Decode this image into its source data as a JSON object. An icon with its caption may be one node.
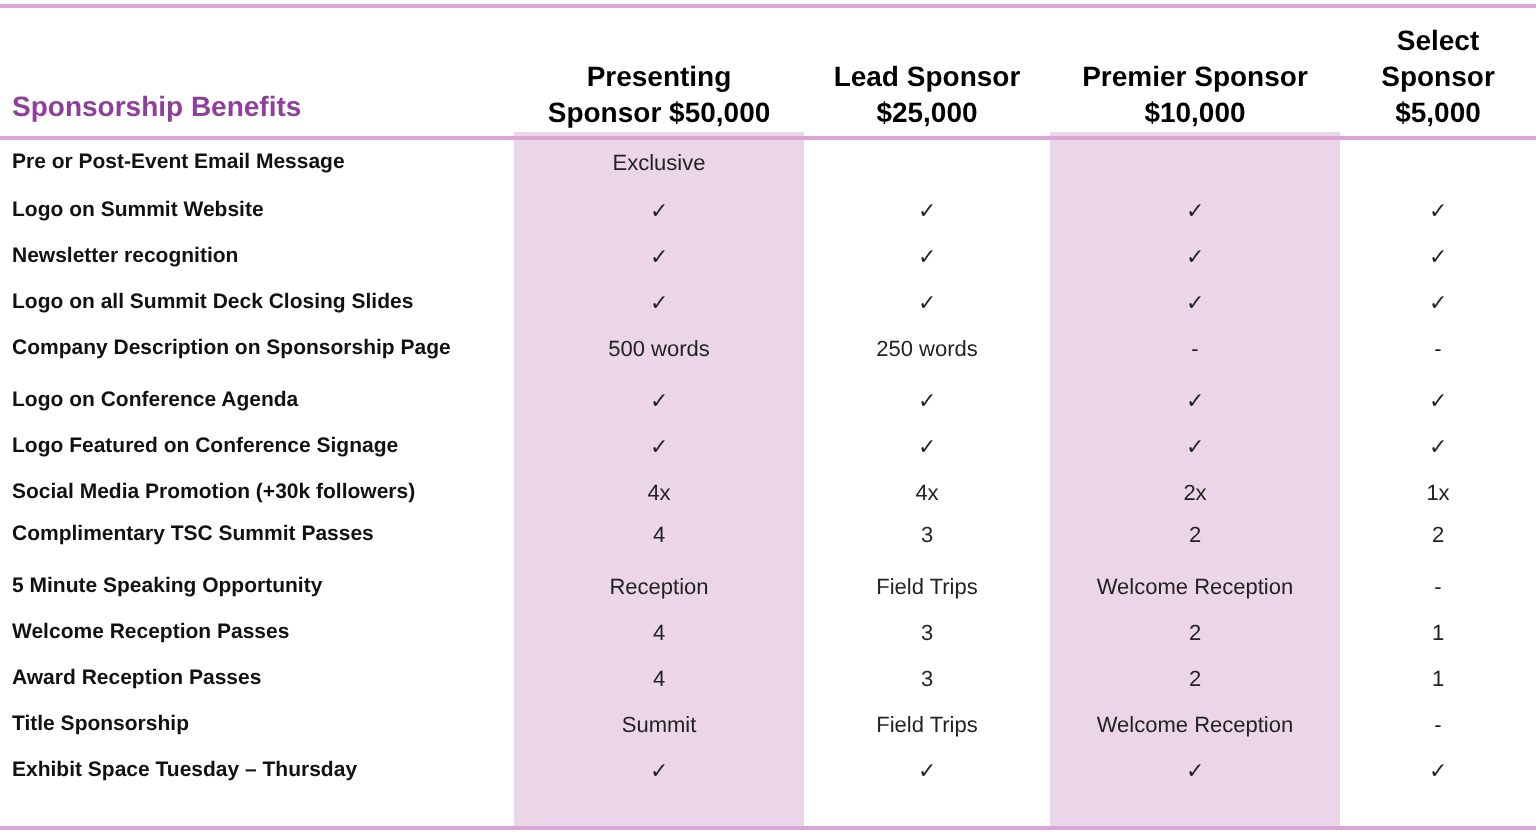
{
  "diagram": {
    "labels": [
      "Sponsorship Benefits",
      "Presenting Sponsor $50,000",
      "Lead Sponsor $25,000",
      "Premier Sponsor $10,000",
      "Select Sponsor $5,000",
      "Pre or Post-Event Email Message",
      "Exclusive",
      "Logo on Summit Website",
      "✓",
      "✓",
      "✓",
      "✓",
      "Newsletter recognition",
      "✓",
      "✓",
      "✓",
      "✓",
      "Logo on all Summit Deck Closing Slides",
      "✓",
      "✓",
      "✓",
      "✓",
      "Company Description on Sponsorship Page",
      "500 words",
      "250 words",
      "-",
      "-",
      "Logo on Conference Agenda",
      "✓",
      "✓",
      "✓",
      "✓",
      "Logo Featured on Conference Signage",
      "✓",
      "✓",
      "✓",
      "✓",
      "Social Media Promotion (+30k followers)",
      "4x",
      "4x",
      "2x",
      "1x",
      "Complimentary TSC Summit Passes",
      "4",
      "3",
      "2",
      "2",
      "5 Minute Speaking Opportunity",
      "Reception",
      "Field Trips",
      "Welcome Reception",
      "-",
      "Welcome Reception Passes",
      "4",
      "3",
      "2",
      "1",
      "Award Reception Passes",
      "4",
      "3",
      "2",
      "1",
      "Title Sponsorship",
      "Summit",
      "Field Trips",
      "Welcome Reception",
      "-",
      "Exhibit Space Tuesday – Thursday",
      "✓",
      "✓",
      "✓",
      "✓"
    ]
  }
}
